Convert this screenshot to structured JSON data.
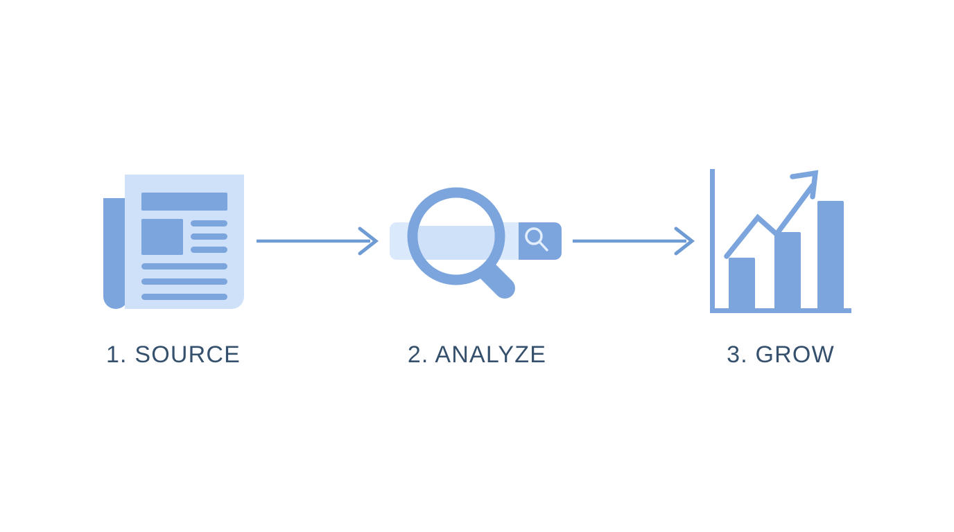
{
  "diagram": {
    "title": "",
    "type": "horizontal-process-flow",
    "background_color": "#ffffff",
    "palette": {
      "accent_mid": "#7da5dd",
      "accent_light": "#cfe0f9",
      "accent_pale": "#dbe9fc",
      "text": "#35506c",
      "arrow": "#6f9bd4"
    },
    "stages": [
      {
        "number": "1.",
        "name": "SOURCE",
        "label": "1. SOURCE",
        "icon": "newspaper-icon",
        "icon_description": "folded newspaper with headline block, photo block and text lines"
      },
      {
        "number": "2.",
        "name": "ANALYZE",
        "label": "2. ANALYZE",
        "icon": "magnifier-search-bar-icon",
        "icon_description": "search input bar with submit button and large magnifying glass overlay"
      },
      {
        "number": "3.",
        "name": "GROW",
        "label": "3. GROW",
        "icon": "bar-chart-growth-icon",
        "icon_description": "three ascending bars with upward trend arrow on x and y axes"
      }
    ],
    "connectors": [
      {
        "name": "arrow-stage-1-to-2",
        "direction": "right"
      },
      {
        "name": "arrow-stage-2-to-3",
        "direction": "right"
      }
    ]
  },
  "chart_data": {
    "type": "bar",
    "title": "",
    "xlabel": "",
    "ylabel": "",
    "categories": [
      "1",
      "2",
      "3"
    ],
    "values": [
      45,
      68,
      92
    ],
    "ylim": [
      0,
      100
    ],
    "grid": false,
    "legend": null,
    "annotations": [
      "upward trend arrow"
    ]
  }
}
